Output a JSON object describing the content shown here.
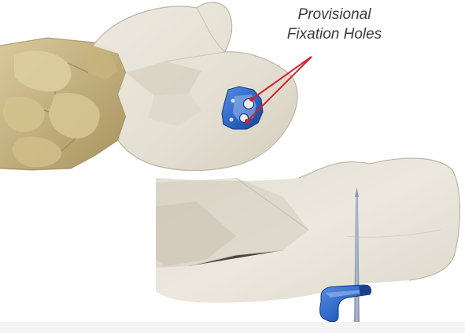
{
  "callout": {
    "line1": "Provisional",
    "line2": "Fixation Holes",
    "line_color": "#d3202b"
  },
  "colors": {
    "bone": "#e6e1d4",
    "bone_shadow": "#c9c2b1",
    "foot_bone": "#cdbb8c",
    "foot_bone_dark": "#8e7a4c",
    "implant": "#2f68c8",
    "implant_dark": "#1b3f8c",
    "guide_wire": "#8a9bb8"
  },
  "views": {
    "top": "calcaneus-with-implant-oblique-view",
    "bottom": "calcaneus-lateral-view-with-guide-wire"
  }
}
